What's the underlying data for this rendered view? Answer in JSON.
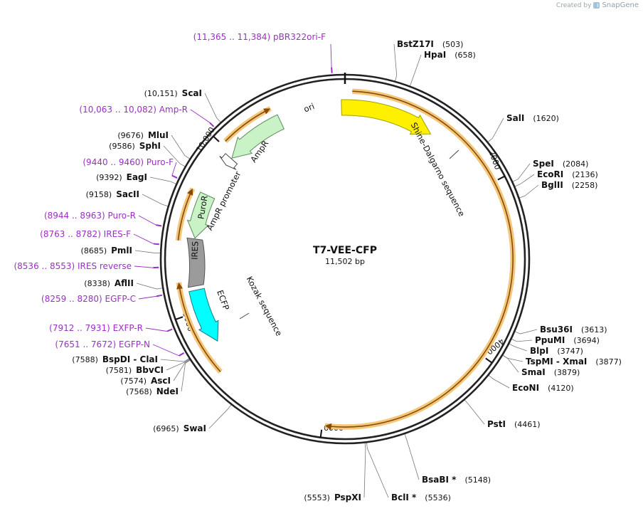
{
  "credit": {
    "prefix": "Created by",
    "brand": "SnapGene"
  },
  "plasmid": {
    "name": "T7-VEE-CFP",
    "length_label": "11,502 bp",
    "length": 11502
  },
  "colors": {
    "primer": "#9a30c4",
    "orf_fill": "#f3c77a",
    "orf_arrow": "#8a4a06",
    "ori": "#fff000",
    "ampr": "#c9f2c6",
    "ecfp": "#00ffff",
    "ires": "#9b9b9b"
  },
  "ticks": [
    {
      "label": "2000",
      "pos": 2000
    },
    {
      "label": "4000",
      "pos": 4000
    },
    {
      "label": "6000",
      "pos": 6000
    },
    {
      "label": "8000",
      "pos": 8000
    },
    {
      "label": "10,000",
      "pos": 10000
    }
  ],
  "sites": [
    {
      "name": "BstZ17I",
      "pos_label": "(503)",
      "pos": 503
    },
    {
      "name": "HpaI",
      "pos_label": "(658)",
      "pos": 658
    },
    {
      "name": "SalI",
      "pos_label": "(1620)",
      "pos": 1620
    },
    {
      "name": "SpeI",
      "pos_label": "(2084)",
      "pos": 2084
    },
    {
      "name": "EcoRI",
      "pos_label": "(2136)",
      "pos": 2136
    },
    {
      "name": "BglII",
      "pos_label": "(2258)",
      "pos": 2258
    },
    {
      "name": "Bsu36I",
      "pos_label": "(3613)",
      "pos": 3613
    },
    {
      "name": "PpuMI",
      "pos_label": "(3694)",
      "pos": 3694
    },
    {
      "name": "BlpI",
      "pos_label": "(3747)",
      "pos": 3747
    },
    {
      "name": "TspMI - XmaI",
      "pos_label": "(3877)",
      "pos": 3877
    },
    {
      "name": "SmaI",
      "pos_label": "(3879)",
      "pos": 3879
    },
    {
      "name": "EcoNI",
      "pos_label": "(4120)",
      "pos": 4120
    },
    {
      "name": "PstI",
      "pos_label": "(4461)",
      "pos": 4461
    },
    {
      "name": "BsaBI *",
      "pos_label": "(5148)",
      "pos": 5148
    },
    {
      "name": "BclI *",
      "pos_label": "(5536)",
      "pos": 5536
    },
    {
      "name": "PspXI",
      "pos_label": "(5553)",
      "pos": 5553
    },
    {
      "name": "SwaI",
      "pos_label": "(6965)",
      "pos": 6965
    },
    {
      "name": "NdeI",
      "pos_label": "(7568)",
      "pos": 7568
    },
    {
      "name": "AscI",
      "pos_label": "(7574)",
      "pos": 7574
    },
    {
      "name": "BbvCI",
      "pos_label": "(7581)",
      "pos": 7581
    },
    {
      "name": "BspDI - ClaI",
      "pos_label": "(7588)",
      "pos": 7588
    },
    {
      "name": "AflII",
      "pos_label": "(8338)",
      "pos": 8338
    },
    {
      "name": "PmlI",
      "pos_label": "(8685)",
      "pos": 8685
    },
    {
      "name": "SacII",
      "pos_label": "(9158)",
      "pos": 9158
    },
    {
      "name": "EagI",
      "pos_label": "(9392)",
      "pos": 9392
    },
    {
      "name": "SphI",
      "pos_label": "(9586)",
      "pos": 9586
    },
    {
      "name": "MluI",
      "pos_label": "(9676)",
      "pos": 9676
    },
    {
      "name": "ScaI",
      "pos_label": "(10,151)",
      "pos": 10151
    }
  ],
  "primers": [
    {
      "name": "pBR322ori-F",
      "range": "(11,365 .. 11,384)",
      "pos": 11374
    },
    {
      "name": "Amp-R",
      "range": "(10,063 .. 10,082)",
      "pos": 10072
    },
    {
      "name": "Puro-F",
      "range": "(9440 .. 9460)",
      "pos": 9450
    },
    {
      "name": "Puro-R",
      "range": "(8944 .. 8963)",
      "pos": 8953
    },
    {
      "name": "IRES-F",
      "range": "(8763 .. 8782)",
      "pos": 8772
    },
    {
      "name": "IRES reverse",
      "range": "(8536 .. 8553)",
      "pos": 8544
    },
    {
      "name": "EGFP-C",
      "range": "(8259 .. 8280)",
      "pos": 8270
    },
    {
      "name": "EXFP-R",
      "range": "(7912 .. 7931)",
      "pos": 7921
    },
    {
      "name": "EGFP-N",
      "range": "(7651 .. 7672)",
      "pos": 7661
    }
  ],
  "features": [
    {
      "name": "ori",
      "start": 11460,
      "end": 1100,
      "dir": 1,
      "type": "ori"
    },
    {
      "name": "AmpR",
      "start": 10700,
      "end": 9960,
      "dir": -1,
      "type": "ampr"
    },
    {
      "name": "AmpR promoter",
      "start": 9950,
      "end": 9850,
      "dir": -1,
      "type": "promoter"
    },
    {
      "name": "PuroR",
      "start": 9420,
      "end": 8880,
      "dir": -1,
      "type": "puror"
    },
    {
      "name": "IRES",
      "start": 8870,
      "end": 8300,
      "dir": 0,
      "type": "ires"
    },
    {
      "name": "ECFP",
      "start": 8250,
      "end": 7580,
      "dir": -1,
      "type": "ecfp"
    }
  ],
  "orfs": [
    {
      "start": 80,
      "end": 5970,
      "dir": 1
    },
    {
      "start": 7280,
      "end": 8370,
      "dir": 1
    },
    {
      "start": 8830,
      "end": 9420,
      "dir": 1
    },
    {
      "start": 10050,
      "end": 10660,
      "dir": 1
    }
  ],
  "misc_labels": [
    {
      "name": "Shine-Dalgarno sequence",
      "pos": 1490
    },
    {
      "name": "Kozak sequence",
      "pos": 7400
    }
  ]
}
